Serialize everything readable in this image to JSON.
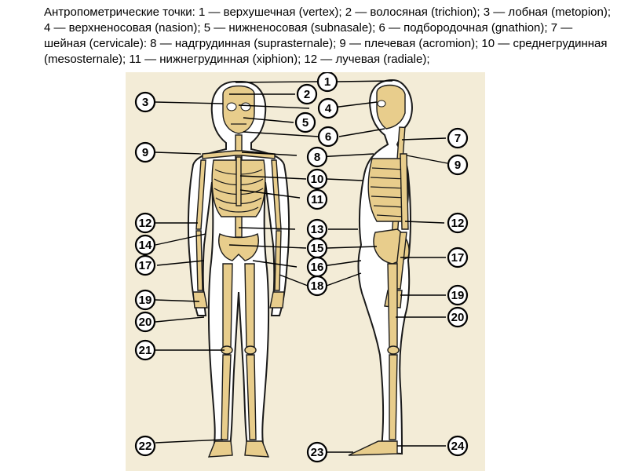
{
  "caption": "Антропометрические точки: 1 — верхушечная (vertex); 2 — волосяная (trichion); 3 — лобная (metopion); 4 — верхненосовая (nasion); 5 — нижненосовая (subnasale); 6 — подбородочная (gnathion); 7 — шейная (cervicale): 8 — надгрудинная (suprasternale); 9 — плечевая (acromion); 10 — среднегрудинная (mesosternale); 11 — нижнегрудинная (xiphion); 12 — лучевая (radiale);",
  "labels": [
    "1",
    "2",
    "3",
    "4",
    "5",
    "6",
    "7",
    "8",
    "9",
    "10",
    "11",
    "12",
    "13",
    "14",
    "15",
    "16",
    "17",
    "18",
    "19",
    "20",
    "21",
    "22",
    "23",
    "24"
  ],
  "colors": {
    "bone": "#e8cd8c",
    "background": "#ffffff",
    "outline": "#1a1a1a"
  }
}
